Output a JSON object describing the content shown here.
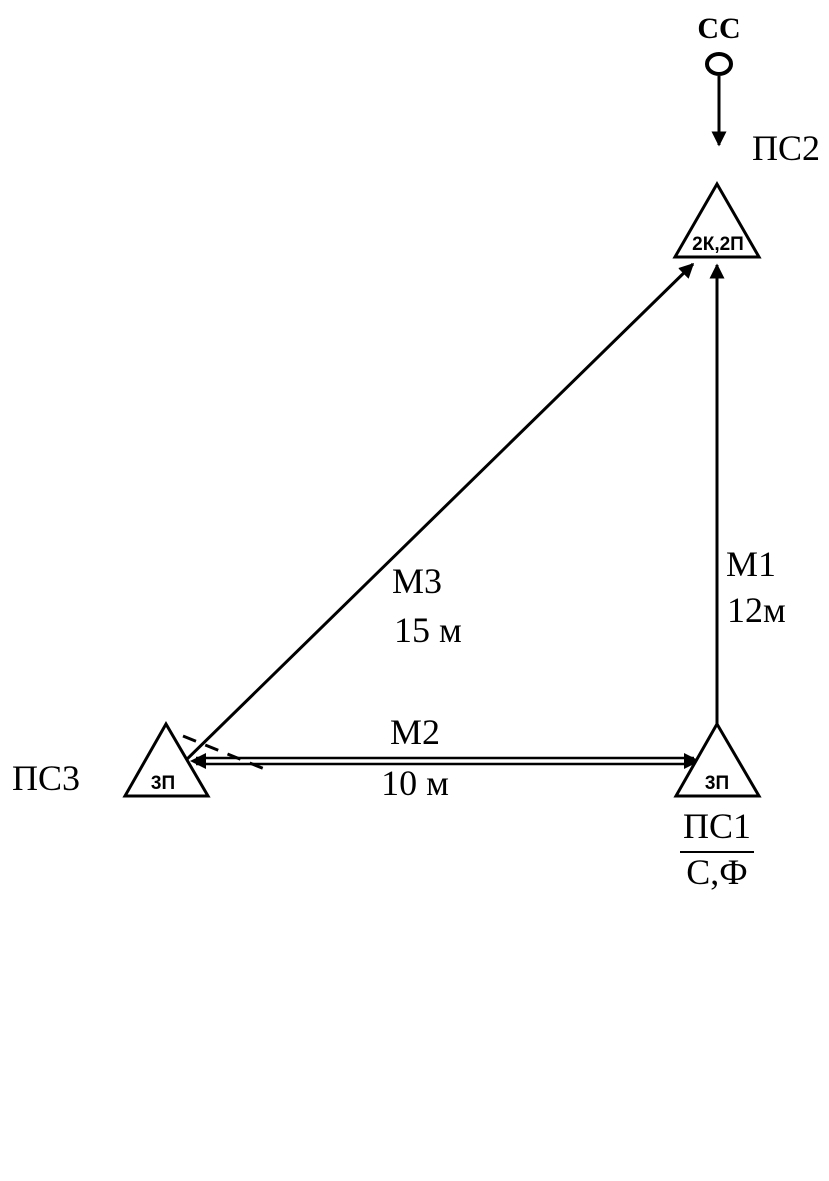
{
  "source": {
    "label": "СС"
  },
  "nodes": {
    "ps2": {
      "name": "ПС2",
      "mark": "2К,2П"
    },
    "ps3": {
      "name": "ПС3",
      "mark": "3П"
    },
    "ps1": {
      "name": "ПС1",
      "sublabel": "С,Ф",
      "mark": "3П"
    }
  },
  "edges": {
    "m1": {
      "name": "М1",
      "length": "12м"
    },
    "m2": {
      "name": "М2",
      "length": "10 м"
    },
    "m3": {
      "name": "М3",
      "length": "15 м"
    }
  }
}
